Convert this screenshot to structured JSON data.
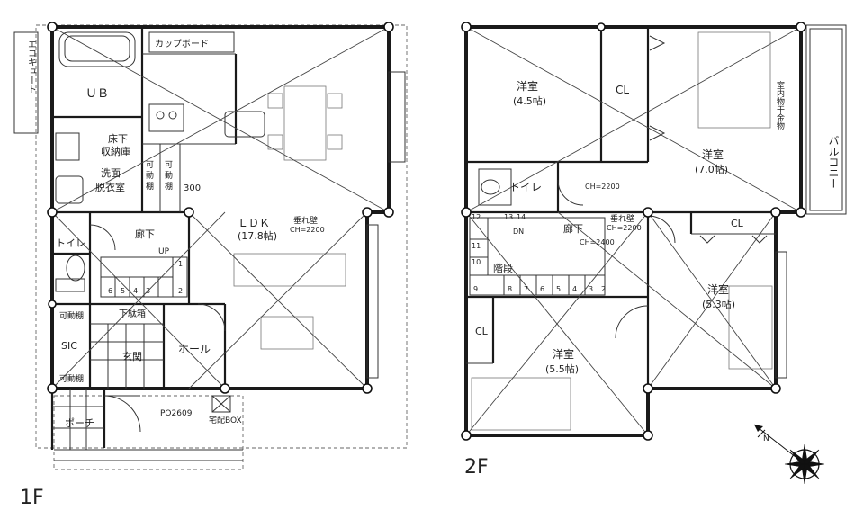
{
  "floors": {
    "first": {
      "floor_label": "1F",
      "rooms": {
        "ub": "ＵＢ",
        "cupboard": "カップボード",
        "storage_line1": "床下",
        "storage_line2": "収納庫",
        "washroom_line1": "洗面",
        "washroom_line2": "脱衣室",
        "shelf1_line1": "可",
        "shelf1_line2": "動",
        "shelf1_line3": "棚",
        "shelf2_line1": "可",
        "shelf2_line2": "動",
        "shelf2_line3": "棚",
        "dim_300": "300",
        "toilet": "トイレ",
        "hallway": "廊下",
        "stair_up": "UP",
        "ldk": "ＬＤＫ",
        "ldk_size": "(17.8帖)",
        "hanging_wall": "垂れ壁",
        "hanging_wall_ch": "CH=2200",
        "movable_shelf_top": "可動棚",
        "shoe_box": "下駄箱",
        "sic": "SIC",
        "entrance": "玄関",
        "hall": "ホール",
        "movable_shelf_bottom": "可動棚",
        "porch": "ポーチ",
        "post_code": "PO2609",
        "delivery_box": "宅配BOX",
        "ecocute": "エコキュート"
      },
      "stair_numbers": [
        "6",
        "5",
        "4",
        "3",
        "2",
        "1"
      ]
    },
    "second": {
      "floor_label": "2F",
      "rooms": {
        "west1": "洋室",
        "west1_size": "(4.5帖)",
        "closet_top": "CL",
        "west2": "洋室",
        "west2_size": "(7.0帖)",
        "indoor_drying": "室内物干金物",
        "balcony": "バルコニー",
        "toilet": "トイレ",
        "ch_2200": "CH=2200",
        "hallway": "廊下",
        "hallway_ch": "CH=2400",
        "hanging_wall": "垂れ壁",
        "hanging_wall_ch": "CH=2200",
        "stair_dn": "DN",
        "stairs": "階段",
        "closet_right": "CL",
        "west3": "洋室",
        "west3_size": "(5.3帖)",
        "closet_left": "CL",
        "west4": "洋室",
        "west4_size": "(5.5帖)"
      },
      "stair_numbers_top": [
        "12",
        "13",
        "14"
      ],
      "stair_numbers_side": [
        "11",
        "10"
      ],
      "stair_numbers_bottom": [
        "9",
        "8",
        "7",
        "6",
        "5",
        "4",
        "3",
        "2"
      ]
    }
  },
  "compass_label": "N"
}
